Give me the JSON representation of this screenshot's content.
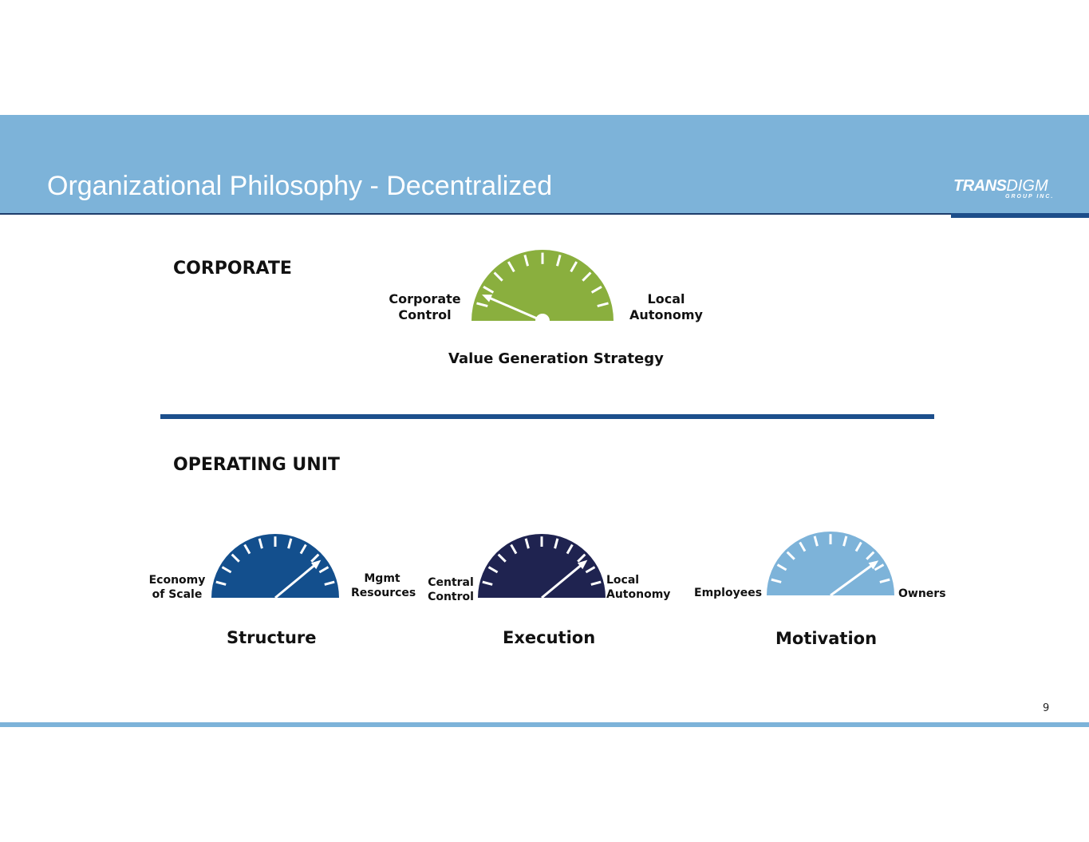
{
  "header": {
    "title": "Organizational Philosophy - Decentralized",
    "logo_main": "TRANS",
    "logo_accent": "DIGM",
    "logo_sub": "GROUP INC."
  },
  "corporate": {
    "heading": "CORPORATE",
    "gauge": {
      "left_label": "Corporate Control",
      "right_label": "Local Autonomy",
      "caption": "Value Generation Strategy",
      "color": "#8aaf3e",
      "needle_value": 0.13
    }
  },
  "operating_unit": {
    "heading": "OPERATING UNIT",
    "gauges": [
      {
        "left_label": "Economy of Scale",
        "right_label": "Mgmt Resources",
        "caption": "Structure",
        "color": "#134f8d",
        "needle_value": 0.78
      },
      {
        "left_label": "Central Control",
        "right_label": "Local Autonomy",
        "caption": "Execution",
        "color": "#1f2350",
        "needle_value": 0.78
      },
      {
        "left_label": "Employees",
        "right_label": "Owners",
        "caption": "Motivation",
        "color": "#7db3d9",
        "needle_value": 0.8
      }
    ]
  },
  "footer": {
    "page_number": "9"
  }
}
